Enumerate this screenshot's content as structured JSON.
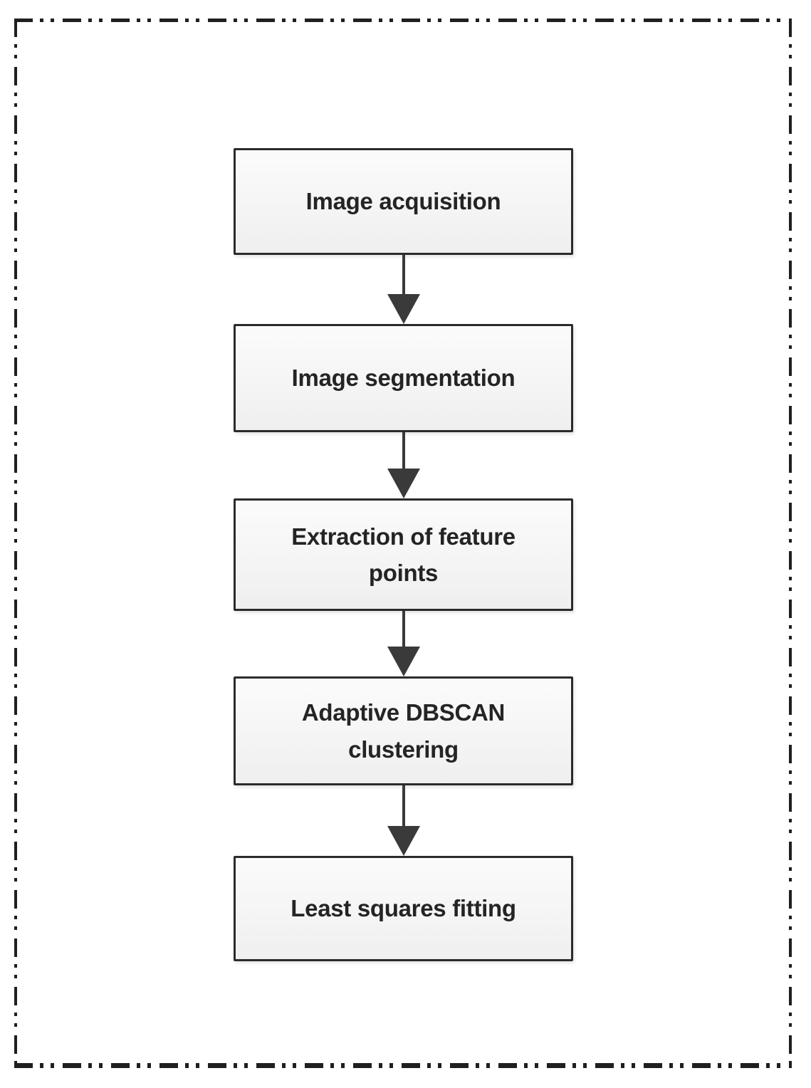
{
  "figure": {
    "type": "flowchart",
    "steps": [
      {
        "label": "Image acquisition"
      },
      {
        "label": "Image segmentation"
      },
      {
        "label": "Extraction of feature points"
      },
      {
        "label": "Adaptive DBSCAN clustering"
      },
      {
        "label": "Least squares fitting"
      }
    ],
    "connector_icon": "arrow-down-icon",
    "colors": {
      "frame_border": "#1f1f1f",
      "box_border": "#2b2b2b",
      "box_fill_top": "#fbfbfb",
      "box_fill_bottom": "#efefef",
      "arrow": "#3a3a3a",
      "text": "#242424",
      "background": "#ffffff"
    }
  }
}
